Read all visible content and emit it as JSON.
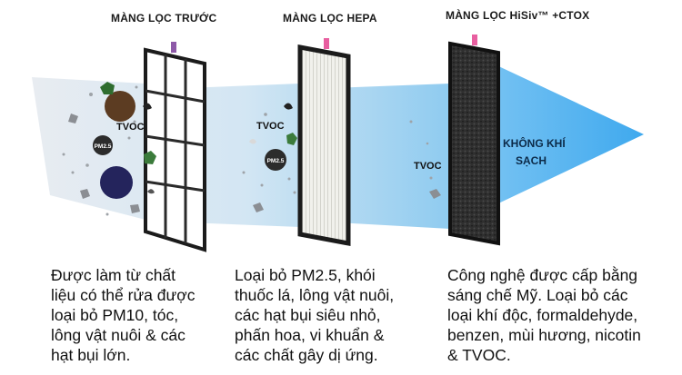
{
  "stages": [
    {
      "title": "MÀNG LỌC TRƯỚC",
      "description": [
        "Được làm từ chất",
        "liệu có thể rửa được",
        "loại bỏ PM10, tóc,",
        "lông vật nuôi & các",
        "hạt bụi lớn."
      ],
      "particles": [
        "TVOC",
        "PM2.5"
      ]
    },
    {
      "title": "MÀNG LỌC HEPA",
      "description": [
        "Loại bỏ PM2.5, khói",
        "thuốc lá, lông vật nuôi,",
        "các hạt bụi siêu nhỏ,",
        "phấn hoa, vi khuẩn &",
        "các chất gây dị ứng."
      ],
      "particles": [
        "TVOC",
        "PM2.5"
      ]
    },
    {
      "title": "MÀNG LỌC HiSiv™ +CTOX",
      "description": [
        "Công nghệ được cấp bằng",
        "sáng chế Mỹ. Loại bỏ các",
        "loại khí độc, formaldehyde,",
        "benzen, mùi hương, nicotin",
        "& TVOC."
      ],
      "particles": [
        "TVOC"
      ]
    }
  ],
  "result": {
    "line1": "KHÔNG KHÍ",
    "line2": "SẠCH"
  },
  "colors": {
    "arrow_start": "#e9eef4",
    "arrow_end": "#4fb3f0",
    "filter_frame": "#1b1b1b",
    "hepa_media": "#eeeeea",
    "carbon_media": "#2a2a2a",
    "tag_purple": "#8e5aa8",
    "tag_pink": "#e85fa0"
  }
}
